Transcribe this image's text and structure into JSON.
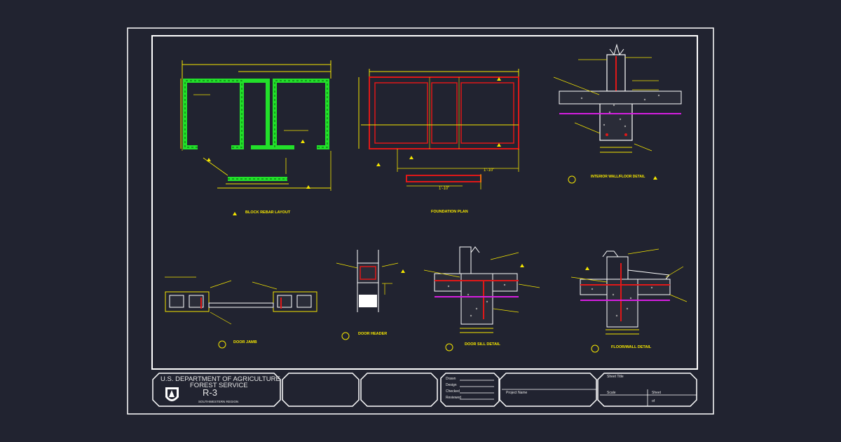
{
  "title_block": {
    "agency_line1": "U.S. DEPARTMENT OF AGRICULTURE",
    "agency_line2": "FOREST SERVICE",
    "region_code": "R-3",
    "region_name": "SOUTHWESTERN REGION",
    "sign_labels": [
      "Drawn",
      "Design",
      "Checked",
      "Reviewed"
    ],
    "project_label": "Project Name",
    "sheet_title_label": "Sheet Title",
    "scale_label": "Scale",
    "sheet_label": "Sheet",
    "sheet_number": "of"
  },
  "drawings": {
    "block_rebar_layout": "BLOCK REBAR LAYOUT",
    "foundation_plan": "FOUNDATION PLAN",
    "interior_wall_floor_detail": "INTERIOR WALL/FLOOR DETAIL",
    "door_jamb": "DOOR JAMB",
    "door_header": "DOOR HEADER",
    "door_sill_detail": "DOOR SILL DETAIL",
    "floor_wall_detail": "FLOOR/WALL DETAIL"
  },
  "colors": {
    "background": "#212330",
    "border": "#ffffff",
    "annotation": "#f5e600",
    "rebar_block": "#22e02a",
    "footing": "#e01818",
    "slab_line": "#d61ee0"
  }
}
